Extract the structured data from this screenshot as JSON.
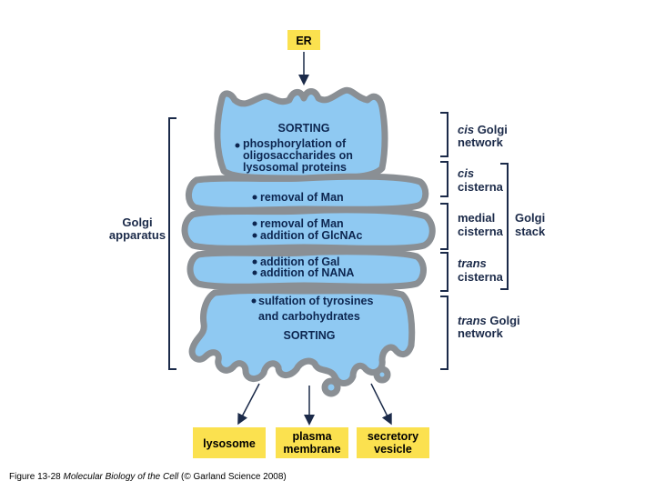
{
  "source_box": "ER",
  "cisternae": {
    "cis_network": {
      "sorting": "SORTING",
      "process_lines": [
        "phosphorylation of",
        "oligosaccharides on",
        "lysosomal proteins"
      ]
    },
    "cis_cisterna": {
      "process_lines": [
        "removal of Man"
      ]
    },
    "medial_cisterna": {
      "process_lines": [
        "removal of Man",
        "addition of GlcNAc"
      ]
    },
    "trans_cisterna": {
      "process_lines": [
        "addition of Gal",
        "addition of NANA"
      ]
    },
    "trans_network": {
      "process_lines": [
        "sulfation of tyrosines",
        "and carbohydrates"
      ],
      "sorting": "SORTING"
    }
  },
  "left_label": [
    "Golgi",
    "apparatus"
  ],
  "right_labels": {
    "cis_golgi_network": {
      "italic": "cis",
      "rest": " Golgi",
      "line2": "network"
    },
    "cis_cisterna": {
      "italic": "cis",
      "line2": "cisterna"
    },
    "medial_cisterna": {
      "line1": "medial",
      "line2": "cisterna"
    },
    "trans_cisterna": {
      "italic": "trans",
      "line2": "cisterna"
    },
    "trans_golgi_network": {
      "italic": "trans",
      "rest": " Golgi",
      "line2": "network"
    }
  },
  "golgi_stack_label": [
    "Golgi",
    "stack"
  ],
  "destinations": [
    {
      "lines": [
        "lysosome"
      ]
    },
    {
      "lines": [
        "plasma",
        "membrane"
      ]
    },
    {
      "lines": [
        "secretory",
        "vesicle"
      ]
    }
  ],
  "caption": {
    "prefix": "Figure 13-28 ",
    "title": "Molecular Biology of the Cell",
    "suffix": " (© Garland Science 2008)"
  },
  "colors": {
    "cisterna_fill": "#8fc9f2",
    "membrane": "#8a8f94",
    "label_box": "#fbe14f",
    "text": "#1b2a49"
  }
}
